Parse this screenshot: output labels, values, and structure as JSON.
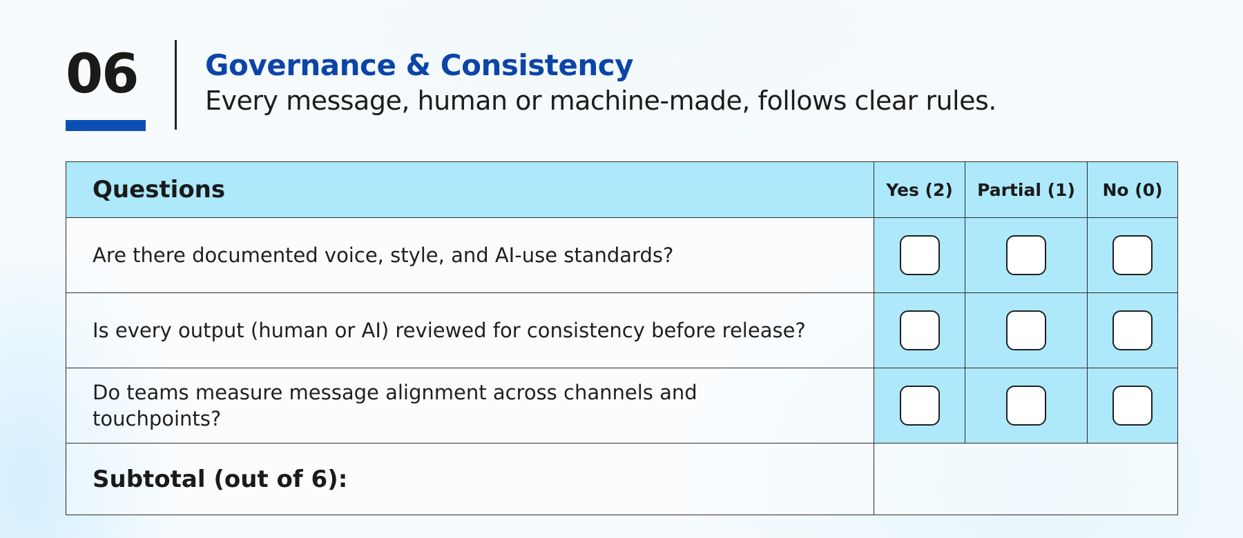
{
  "section": {
    "number": "06",
    "title": "Governance & Consistency",
    "subtitle": "Every message, human or machine-made, follows clear rules."
  },
  "table": {
    "headers": {
      "questions": "Questions",
      "yes": "Yes (2)",
      "partial": "Partial (1)",
      "no": "No (0)"
    },
    "questions": [
      "Are there documented voice, style, and AI-use standards?",
      "Is every output (human or AI) reviewed for consistency before release?",
      "Do teams measure message alignment across channels and touchpoints?"
    ],
    "subtotal_label": "Subtotal (out of 6):",
    "subtotal_value": ""
  },
  "colors": {
    "accent_blue": "#0c45a8",
    "underline_blue": "#0b4fb3",
    "cell_cyan": "#ade9fb"
  }
}
